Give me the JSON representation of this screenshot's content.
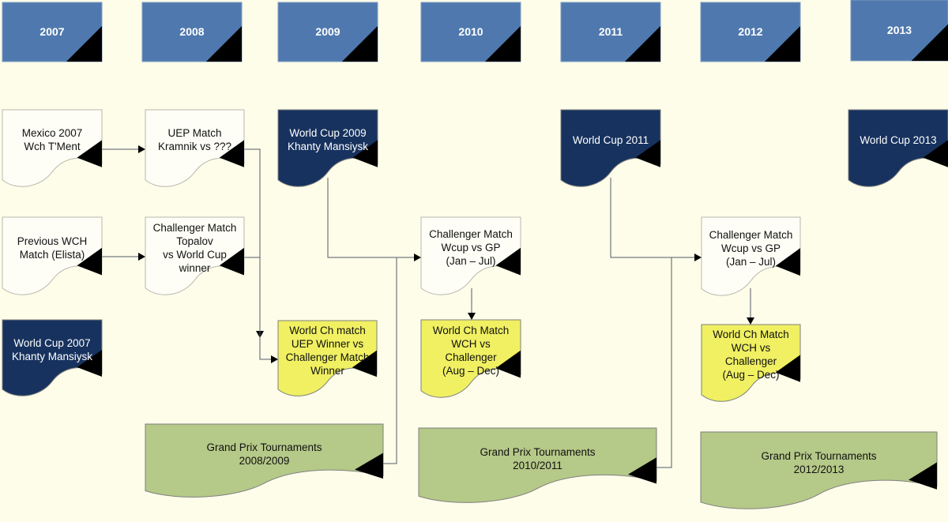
{
  "colors": {
    "background": "#fdfde9",
    "year": "#4f79ae",
    "dark": "#17325e",
    "white": "#fefef6",
    "yellow": "#f0f062",
    "green": "#b5c988",
    "corner": "#000000",
    "line": "#555a66"
  },
  "years": [
    "2007",
    "2008",
    "2009",
    "2010",
    "2011",
    "2012",
    "2013"
  ],
  "nodes": {
    "mexico": {
      "label": "Mexico 2007\nWch T'Ment",
      "style": "white"
    },
    "uep": {
      "label": "UEP Match\nKramnik vs ???",
      "style": "white"
    },
    "wc2009": {
      "label": "World Cup 2009\nKhanty Mansiysk",
      "style": "dark"
    },
    "wc2011": {
      "label": "World Cup 2011",
      "style": "dark"
    },
    "wc2013": {
      "label": "World Cup 2013",
      "style": "dark"
    },
    "prevwch": {
      "label": "Previous WCH\nMatch (Elista)",
      "style": "white"
    },
    "topalov": {
      "label": "Challenger Match\nTopalov\nvs World Cup\nwinner",
      "style": "white"
    },
    "chal2010": {
      "label": "Challenger Match\nWcup vs GP\n(Jan – Jul)",
      "style": "white"
    },
    "chal2012": {
      "label": "Challenger Match\nWcup vs GP\n(Jan – Jul)",
      "style": "white"
    },
    "wc2007": {
      "label": "World Cup 2007\nKhanty Mansiysk",
      "style": "dark"
    },
    "wch2009": {
      "label": "World Ch match\nUEP Winner vs\nChallenger Match\nWinner",
      "style": "yellow"
    },
    "wch2010": {
      "label": "World Ch Match\nWCH vs\nChallenger\n(Aug – Dec)",
      "style": "yellow"
    },
    "wch2012": {
      "label": "World Ch Match\nWCH vs\nChallenger\n(Aug – Dec)",
      "style": "yellow"
    },
    "gp2008": {
      "label": "Grand Prix Tournaments\n2008/2009",
      "style": "green"
    },
    "gp2010": {
      "label": "Grand Prix Tournaments\n2010/2011",
      "style": "green"
    },
    "gp2012": {
      "label": "Grand Prix Tournaments\n2012/2013",
      "style": "green"
    }
  },
  "connectors": [
    {
      "from": "mexico",
      "to": "uep"
    },
    {
      "from": "prevwch",
      "to": "topalov"
    },
    {
      "from": "uep",
      "to": "wch2009"
    },
    {
      "from": "topalov",
      "to": "wch2009"
    },
    {
      "from": "wc2009",
      "to": "chal2010"
    },
    {
      "from": "gp2008",
      "to": "chal2010"
    },
    {
      "from": "chal2010",
      "to": "wch2010"
    },
    {
      "from": "wc2011",
      "to": "chal2012"
    },
    {
      "from": "gp2010",
      "to": "chal2012"
    },
    {
      "from": "chal2012",
      "to": "wch2012"
    }
  ]
}
